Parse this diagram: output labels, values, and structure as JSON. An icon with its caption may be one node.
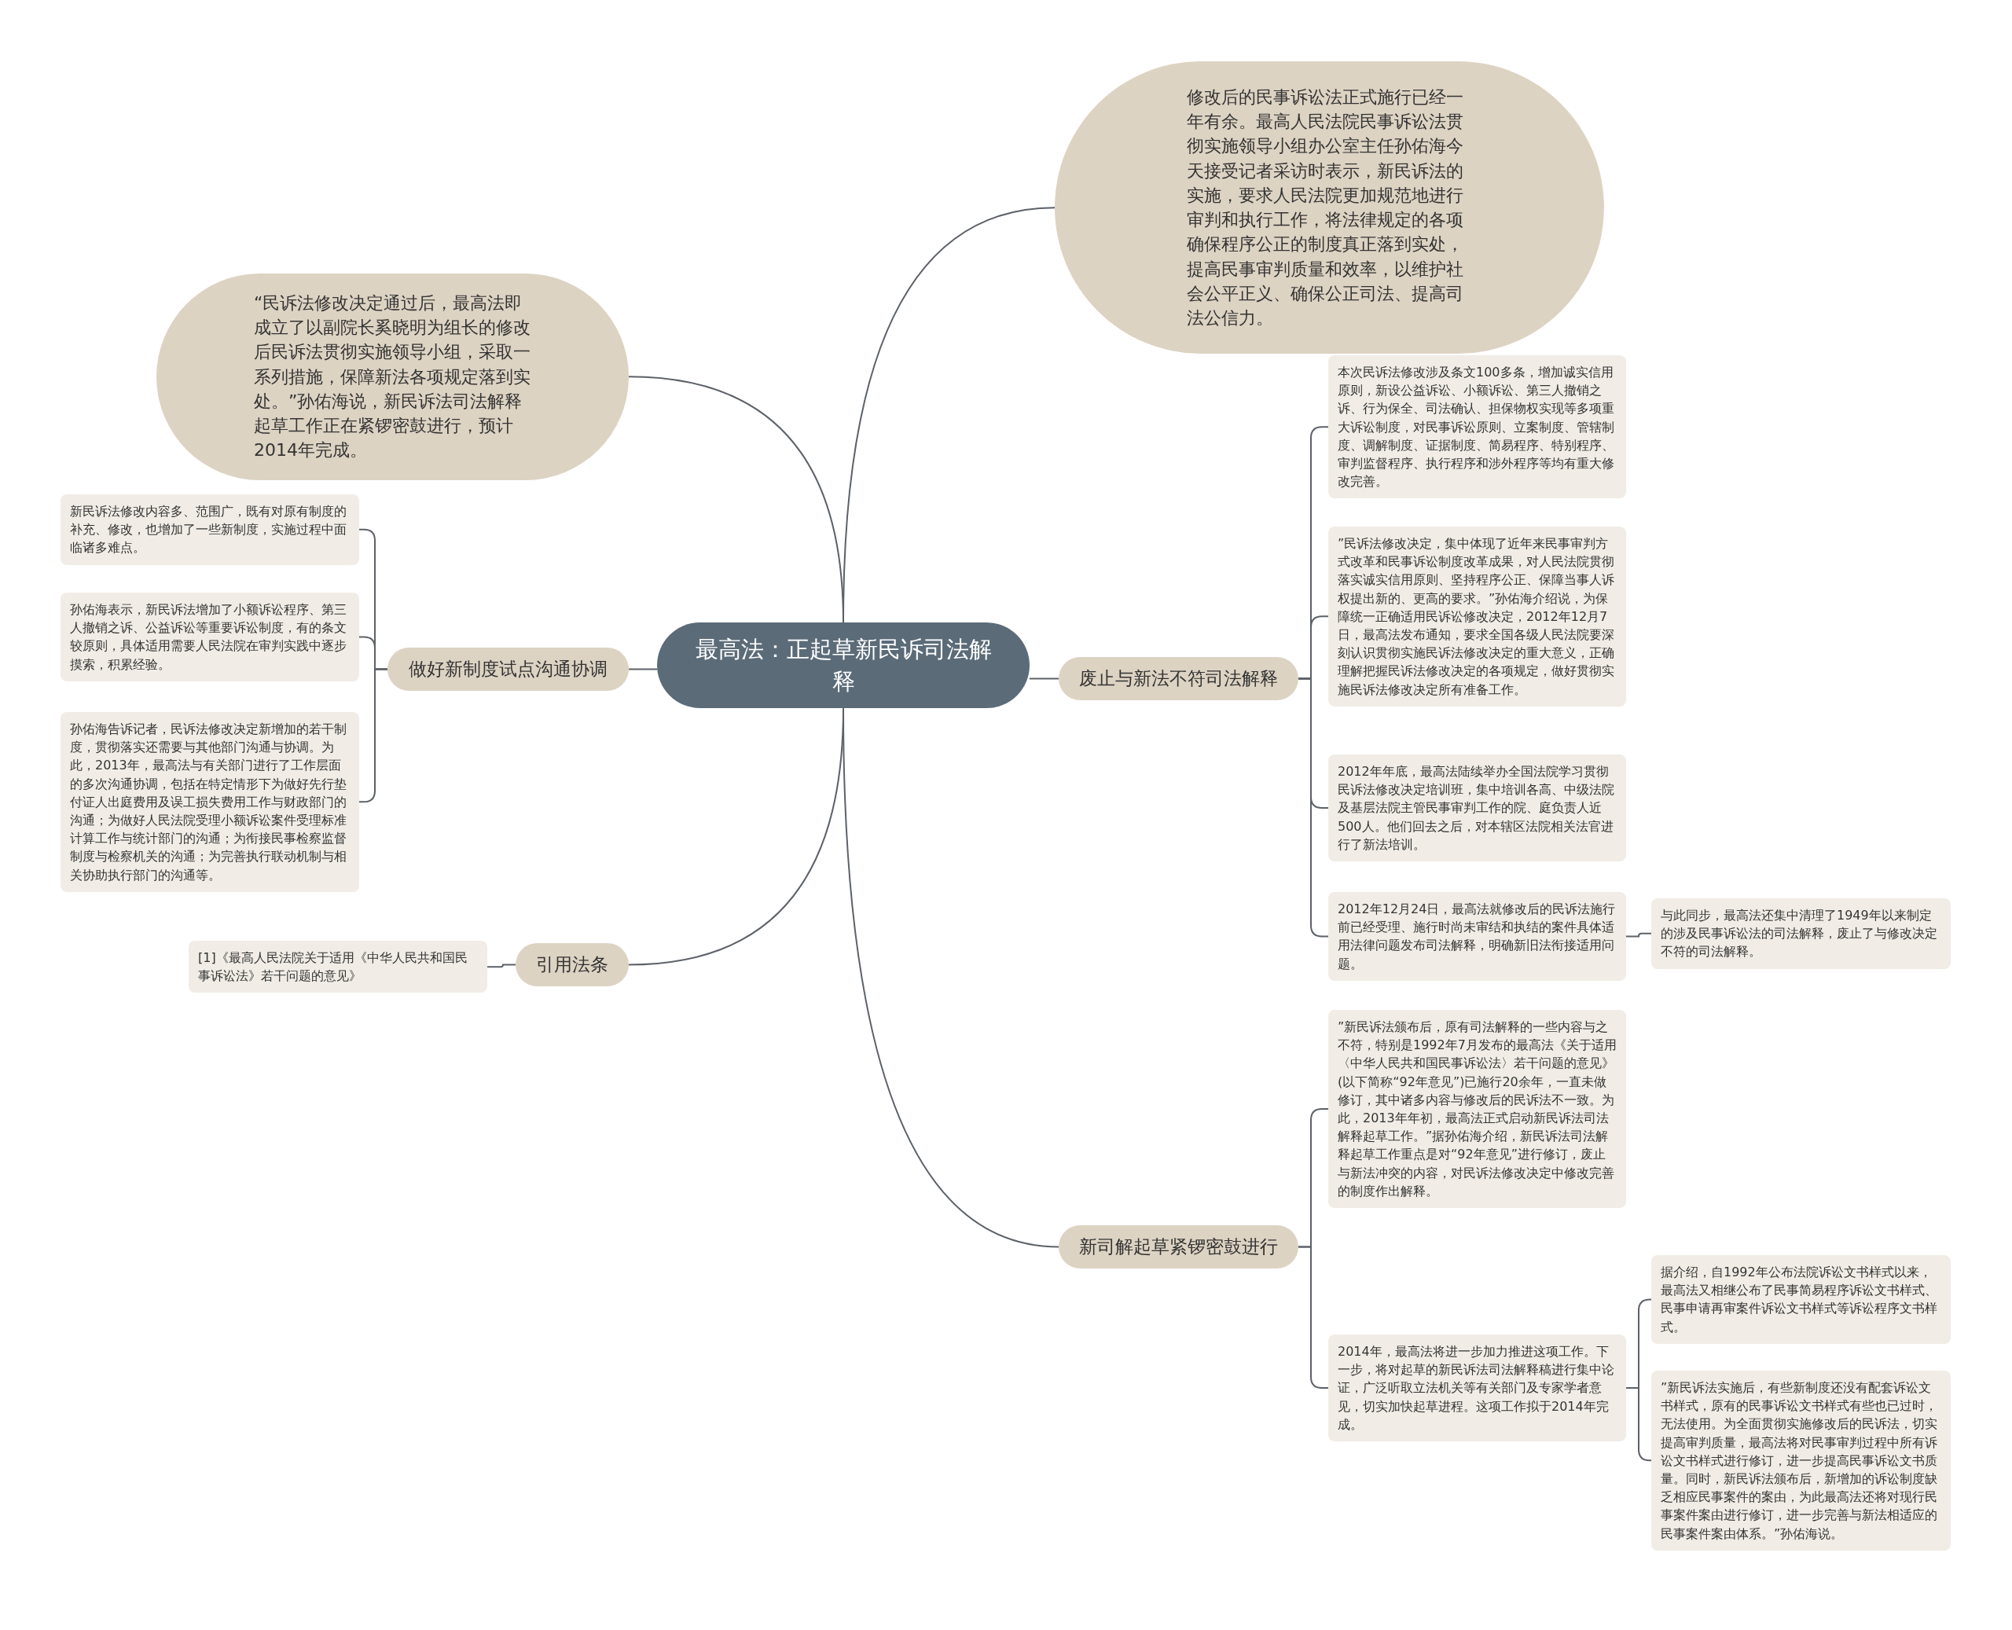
{
  "diagram": {
    "nodes": [
      {
        "text": [
          "最高法：正起草新民诉司法解释"
        ]
      },
      {
        "text": [
          "修改后的民事诉讼法正式施行已经一年有余。最高人民法院民事诉讼法贯彻实施领导小组办公室主任孙佑海今天接受记者采访时表示，新民诉法的实施，要求人民法院更加规范地进行审判和执行工作，将法律规定的各项确保程序公正的制度真正落到实处，提高民事审判质量和效率，以维护社会公平正义、确保公正司法、提高司法公信力。"
        ]
      },
      {
        "text": [
          "“民诉法修改决定通过后，最高法即成立了以副院长奚晓明为组长的修改后民诉法贯彻实施领导小组，采取一系列措施，保障新法各项规定落到实处。”孙佑海说，新民诉法司法解释起草工作正在紧锣密鼓进行，预计2014年完成。"
        ]
      },
      {
        "text": [
          "废止与新法不符司法解释"
        ]
      },
      {
        "text": [
          "本次民诉法修改涉及条文100多条，增加诚实信用原则，新设公益诉讼、小额诉讼、第三人撤销之诉、行为保全、司法确认、担保物权实现等多项重大诉讼制度，对民事诉讼原则、立案制度、管辖制度、调解制度、证据制度、简易程序、特别程序、审判监督程序、执行程序和涉外程序等均有重大修改完善。"
        ]
      },
      {
        "text": [
          "”民诉法修改决定，集中体现了近年来民事审判方式改革和民事诉讼制度改革成果，对人民法院贯彻落实诚实信用原则、坚持程序公正、保障当事人诉权提出新的、更高的要求。”孙佑海介绍说，为保障统一正确适用民诉讼修改决定，2012年12月7日，最高法发布通知，要求全国各级人民法院要深刻认识贯彻实施民诉法修改决定的重大意义，正确理解把握民诉法修改决定的各项规定，做好贯彻实施民诉法修改决定所有准备工作。"
        ]
      },
      {
        "text": [
          "2012年年底，最高法陆续举办全国法院学习贯彻民诉法修改决定培训班，集中培训各高、中级法院及基层法院主管民事审判工作的院、庭负责人近500人。他们回去之后，对本辖区法院相关法官进行了新法培训。"
        ]
      },
      {
        "text": [
          "2012年12月24日，最高法就修改后的民诉法施行前已经受理、施行时尚未审结和执结的案件具体适用法律问题发布司法解释，明确新旧法衔接适用问题。"
        ]
      },
      {
        "text": [
          "与此同步，最高法还集中清理了1949年以来制定的涉及民事诉讼法的司法解释，废止了与修改决定不符的司法解释。"
        ]
      },
      {
        "text": [
          "新司解起草紧锣密鼓进行"
        ]
      },
      {
        "text": [
          "”新民诉法颁布后，原有司法解释的一些内容与之不符，特别是1992年7月发布的最高法《关于适用〈中华人民共和国民事诉讼法〉若干问题的意见》(以下简称“92年意见”)已施行20余年，一直未做修订，其中诸多内容与修改后的民诉法不一致。为此，2013年年初，最高法正式启动新民诉法司法解释起草工作。”据孙佑海介绍，新民诉法司法解释起草工作重点是对“92年意见”进行修订，废止与新法冲突的内容，对民诉法修改决定中修改完善的制度作出解释。"
        ]
      },
      {
        "text": [
          "2014年，最高法将进一步加力推进这项工作。下一步，将对起草的新民诉法司法解释稿进行集中论证，广泛听取立法机关等有关部门及专家学者意见，切实加快起草进程。这项工作拟于2014年完成。"
        ]
      },
      {
        "text": [
          "据介绍，自1992年公布法院诉讼文书样式以来，最高法又相继公布了民事简易程序诉讼文书样式、民事申请再审案件诉讼文书样式等诉讼程序文书样式。"
        ]
      },
      {
        "text": [
          "”新民诉法实施后，有些新制度还没有配套诉讼文书样式，原有的民事诉讼文书样式有些也已过时，无法使用。为全面贯彻实施修改后的民诉法，切实提高审判质量，最高法将对民事审判过程中所有诉讼文书样式进行修订，进一步提高民事诉讼文书质量。同时，新民诉法颁布后，新增加的诉讼制度缺乏相应民事案件的案由，为此最高法还将对现行民事案件案由进行修订，进一步完善与新法相适应的民事案件案由体系。”孙佑海说。"
        ]
      },
      {
        "text": [
          "做好新制度试点沟通协调"
        ]
      },
      {
        "text": [
          "新民诉法修改内容多、范围广，既有对原有制度的补充、修改，也增加了一些新制度，实施过程中面临诸多难点。"
        ]
      },
      {
        "text": [
          "孙佑海表示，新民诉法增加了小额诉讼程序、第三人撤销之诉、公益诉讼等重要诉讼制度，有的条文较原则，具体适用需要人民法院在审判实践中逐步摸索，积累经验。"
        ]
      },
      {
        "text": [
          "孙佑海告诉记者，民诉法修改决定新增加的若干制度，贯彻落实还需要与其他部门沟通与协调。为此，2013年，最高法与有关部门进行了工作层面的多次沟通协调，包括在特定情形下为做好先行垫付证人出庭费用及误工损失费用工作与财政部门的沟通；为做好人民法院受理小额诉讼案件受理标准计算工作与统计部门的沟通；为衔接民事检察监督制度与检察机关的沟通；为完善执行联动机制与相关协助执行部门的沟通等。"
        ]
      },
      {
        "text": [
          "引用法条"
        ]
      },
      {
        "text": [
          "[1]《最高人民法院关于适用《中华人民共和国民事诉讼法》若干问题的意见》"
        ]
      }
    ],
    "edges": [
      {
        "from": 0,
        "to": 1,
        "arrow": "none"
      },
      {
        "from": 0,
        "to": 2,
        "arrow": "none"
      },
      {
        "from": 0,
        "to": 3,
        "arrow": "none"
      },
      {
        "from": 3,
        "to": 4,
        "arrow": "none"
      },
      {
        "from": 3,
        "to": 5,
        "arrow": "none"
      },
      {
        "from": 3,
        "to": 6,
        "arrow": "none"
      },
      {
        "from": 3,
        "to": 7,
        "arrow": "none"
      },
      {
        "from": 7,
        "to": 8,
        "arrow": "none"
      },
      {
        "from": 0,
        "to": 9,
        "arrow": "none"
      },
      {
        "from": 9,
        "to": 10,
        "arrow": "none"
      },
      {
        "from": 9,
        "to": 11,
        "arrow": "none"
      },
      {
        "from": 11,
        "to": 12,
        "arrow": "none"
      },
      {
        "from": 11,
        "to": 13,
        "arrow": "none"
      },
      {
        "from": 0,
        "to": 14,
        "arrow": "none"
      },
      {
        "from": 14,
        "to": 15,
        "arrow": "none"
      },
      {
        "from": 14,
        "to": 16,
        "arrow": "none"
      },
      {
        "from": 14,
        "to": 17,
        "arrow": "none"
      },
      {
        "from": 0,
        "to": 18,
        "arrow": "none"
      },
      {
        "from": 18,
        "to": 19,
        "arrow": "none"
      }
    ]
  }
}
